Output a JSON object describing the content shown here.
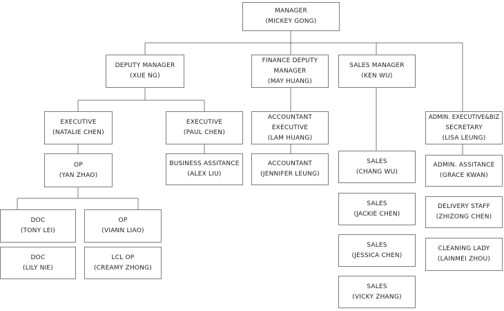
{
  "colors": {
    "box_border": "#7a7a7a",
    "connector": "#7a7a7a",
    "text": "#222222",
    "background": "#ffffff"
  },
  "nodes": {
    "manager": {
      "title": "MANAGER",
      "name": "(MICKEY GONG)"
    },
    "deputy_manager": {
      "title": "DEPUTY MANAGER",
      "name": "(XUE NG)"
    },
    "finance_deputy_manager": {
      "title_1": "FINANCE DEPUTY",
      "title_2": "MANAGER",
      "name": "(MAY HUANG)"
    },
    "sales_manager": {
      "title": "SALES MANAGER",
      "name": "(KEN WU)"
    },
    "executive_natalie": {
      "title": "EXECUTIVE",
      "name": "(NATALIE CHEN)"
    },
    "executive_paul": {
      "title": "EXECUTIVE",
      "name": "(PAUL CHEN)"
    },
    "accountant_executive": {
      "title_1": "ACCOUNTANT",
      "title_2": "EXECUTIVE",
      "name": "(LAM HUANG)"
    },
    "admin_executive": {
      "title_1": "ADMIN. EXECUTIVE&BIZ",
      "title_2": "SECRETARY",
      "name": "(LISA LEUNG)"
    },
    "op_yan": {
      "title": "OP",
      "name": "(YAN ZHAO)"
    },
    "business_assitance": {
      "title": "BUSINESS ASSITANCE",
      "name": "(ALEX LIU)"
    },
    "accountant": {
      "title": "ACCOUNTANT",
      "name": "(JENNIFER LEUNG)"
    },
    "sales_chang": {
      "title": "SALES",
      "name": "(CHANG WU)"
    },
    "admin_assitance": {
      "title": "ADMIN. ASSITANCE",
      "name": "(GRACE KWAN)"
    },
    "sales_jackie": {
      "title": "SALES",
      "name": "(JACKIE CHEN)"
    },
    "delivery_staff": {
      "title": "DELIVERY STAFF",
      "name": "(ZHIZONG CHEN)"
    },
    "doc_tony": {
      "title": "DOC",
      "name": "(TONY LEI)"
    },
    "op_viann": {
      "title": "OP",
      "name": "(VIANN LIAO)"
    },
    "sales_jessica": {
      "title": "SALES",
      "name": "(JESSICA CHEN)"
    },
    "cleaning_lady": {
      "title": "CLEANING LADY",
      "name": "(LAINMEI ZHOU)"
    },
    "doc_lily": {
      "title": "DOC",
      "name": "(LILY NIE)"
    },
    "lcl_op": {
      "title": "LCL OP",
      "name": "(CREAMY ZHONG)"
    },
    "sales_vicky": {
      "title": "SALES",
      "name": "(VICKY ZHANG)"
    }
  }
}
